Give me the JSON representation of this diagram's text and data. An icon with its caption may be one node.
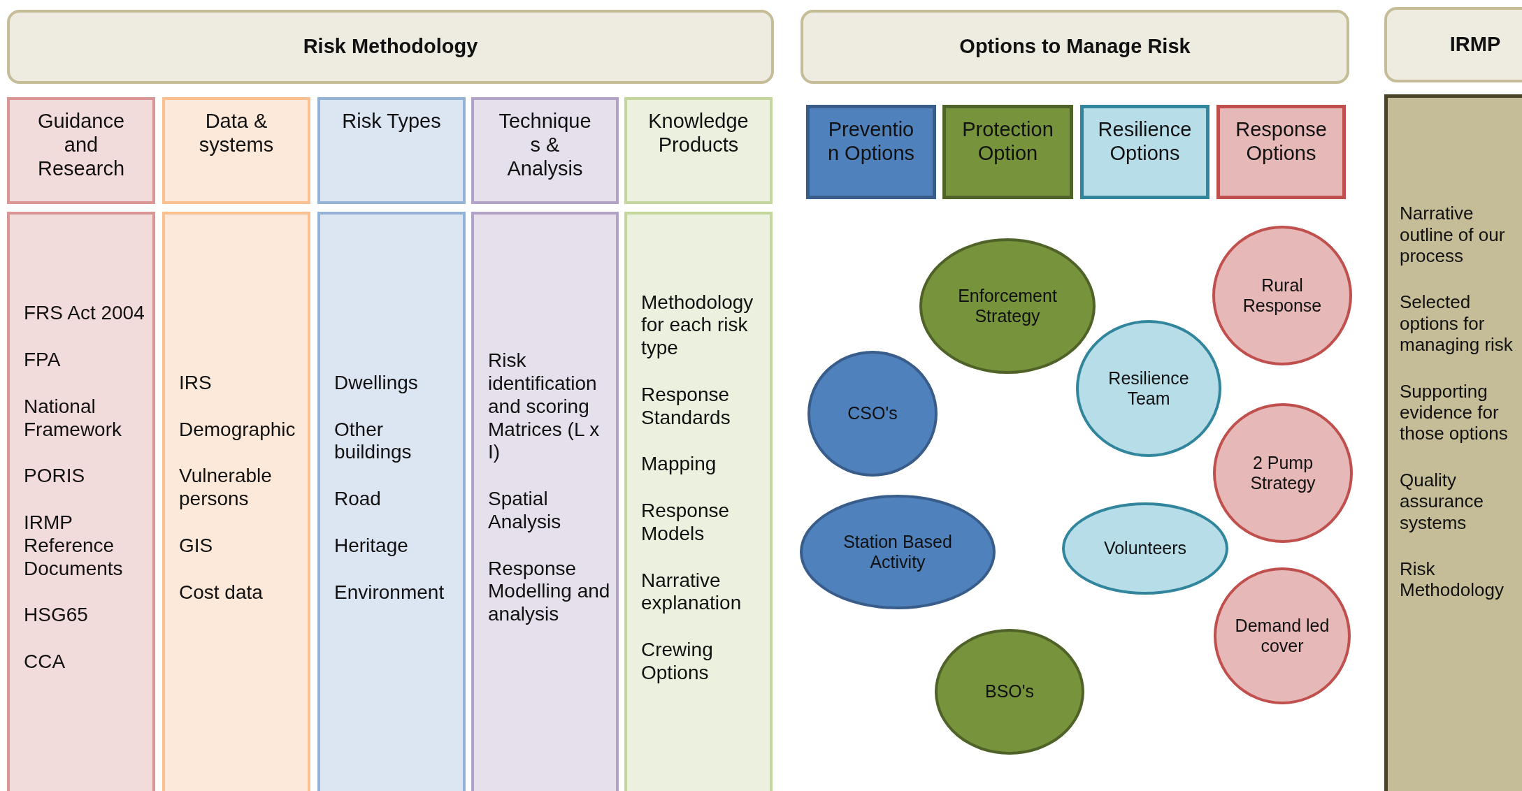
{
  "diagram": {
    "nodes": [
      {
        "text": [
          "Risk Methodology"
        ]
      },
      {
        "text": [
          "Options to Manage Risk"
        ]
      },
      {
        "text": [
          "IRMP"
        ]
      },
      {
        "text": [
          "Guidance and Research"
        ]
      },
      {
        "text": [
          "Data & systems"
        ]
      },
      {
        "text": [
          "Risk Types"
        ]
      },
      {
        "text": [
          "Techniques & Analysis"
        ]
      },
      {
        "text": [
          "Knowledge Products"
        ]
      },
      {
        "text": [
          "FRS Act 2004",
          "FPA",
          "National Framework",
          "PORIS",
          "IRMP Reference Documents",
          "HSG65",
          "CCA"
        ]
      },
      {
        "text": [
          "IRS",
          "Demographic",
          "Vulnerable persons",
          "GIS",
          "Cost data"
        ]
      },
      {
        "text": [
          "Dwellings",
          "Other buildings",
          "Road",
          "Heritage",
          "Environment"
        ]
      },
      {
        "text": [
          "Risk identification and scoring Matrices (L x I)",
          "Spatial Analysis",
          "Response Modelling and analysis"
        ]
      },
      {
        "text": [
          "Methodology for each risk type",
          "Response Standards",
          "Mapping",
          "Response Models",
          "Narrative explanation",
          "Crewing Options"
        ]
      },
      {
        "text": [
          "Prevention Options"
        ]
      },
      {
        "text": [
          "Protection Option"
        ]
      },
      {
        "text": [
          "Resilience Options"
        ]
      },
      {
        "text": [
          "Response Options"
        ]
      },
      {
        "text": [
          "Enforcement Strategy"
        ]
      },
      {
        "text": [
          "Rural Response"
        ]
      },
      {
        "text": [
          "CSO's"
        ]
      },
      {
        "text": [
          "Resilience Team"
        ]
      },
      {
        "text": [
          "2 Pump Strategy"
        ]
      },
      {
        "text": [
          "Station Based Activity"
        ]
      },
      {
        "text": [
          "Volunteers"
        ]
      },
      {
        "text": [
          "Demand led cover"
        ]
      },
      {
        "text": [
          "BSO's"
        ]
      },
      {
        "text": [
          "Narrative outline of our process",
          "Selected options for managing risk",
          "Supporting evidence for those options",
          "Quality assurance systems",
          "Risk Methodology"
        ]
      }
    ],
    "edges": []
  }
}
